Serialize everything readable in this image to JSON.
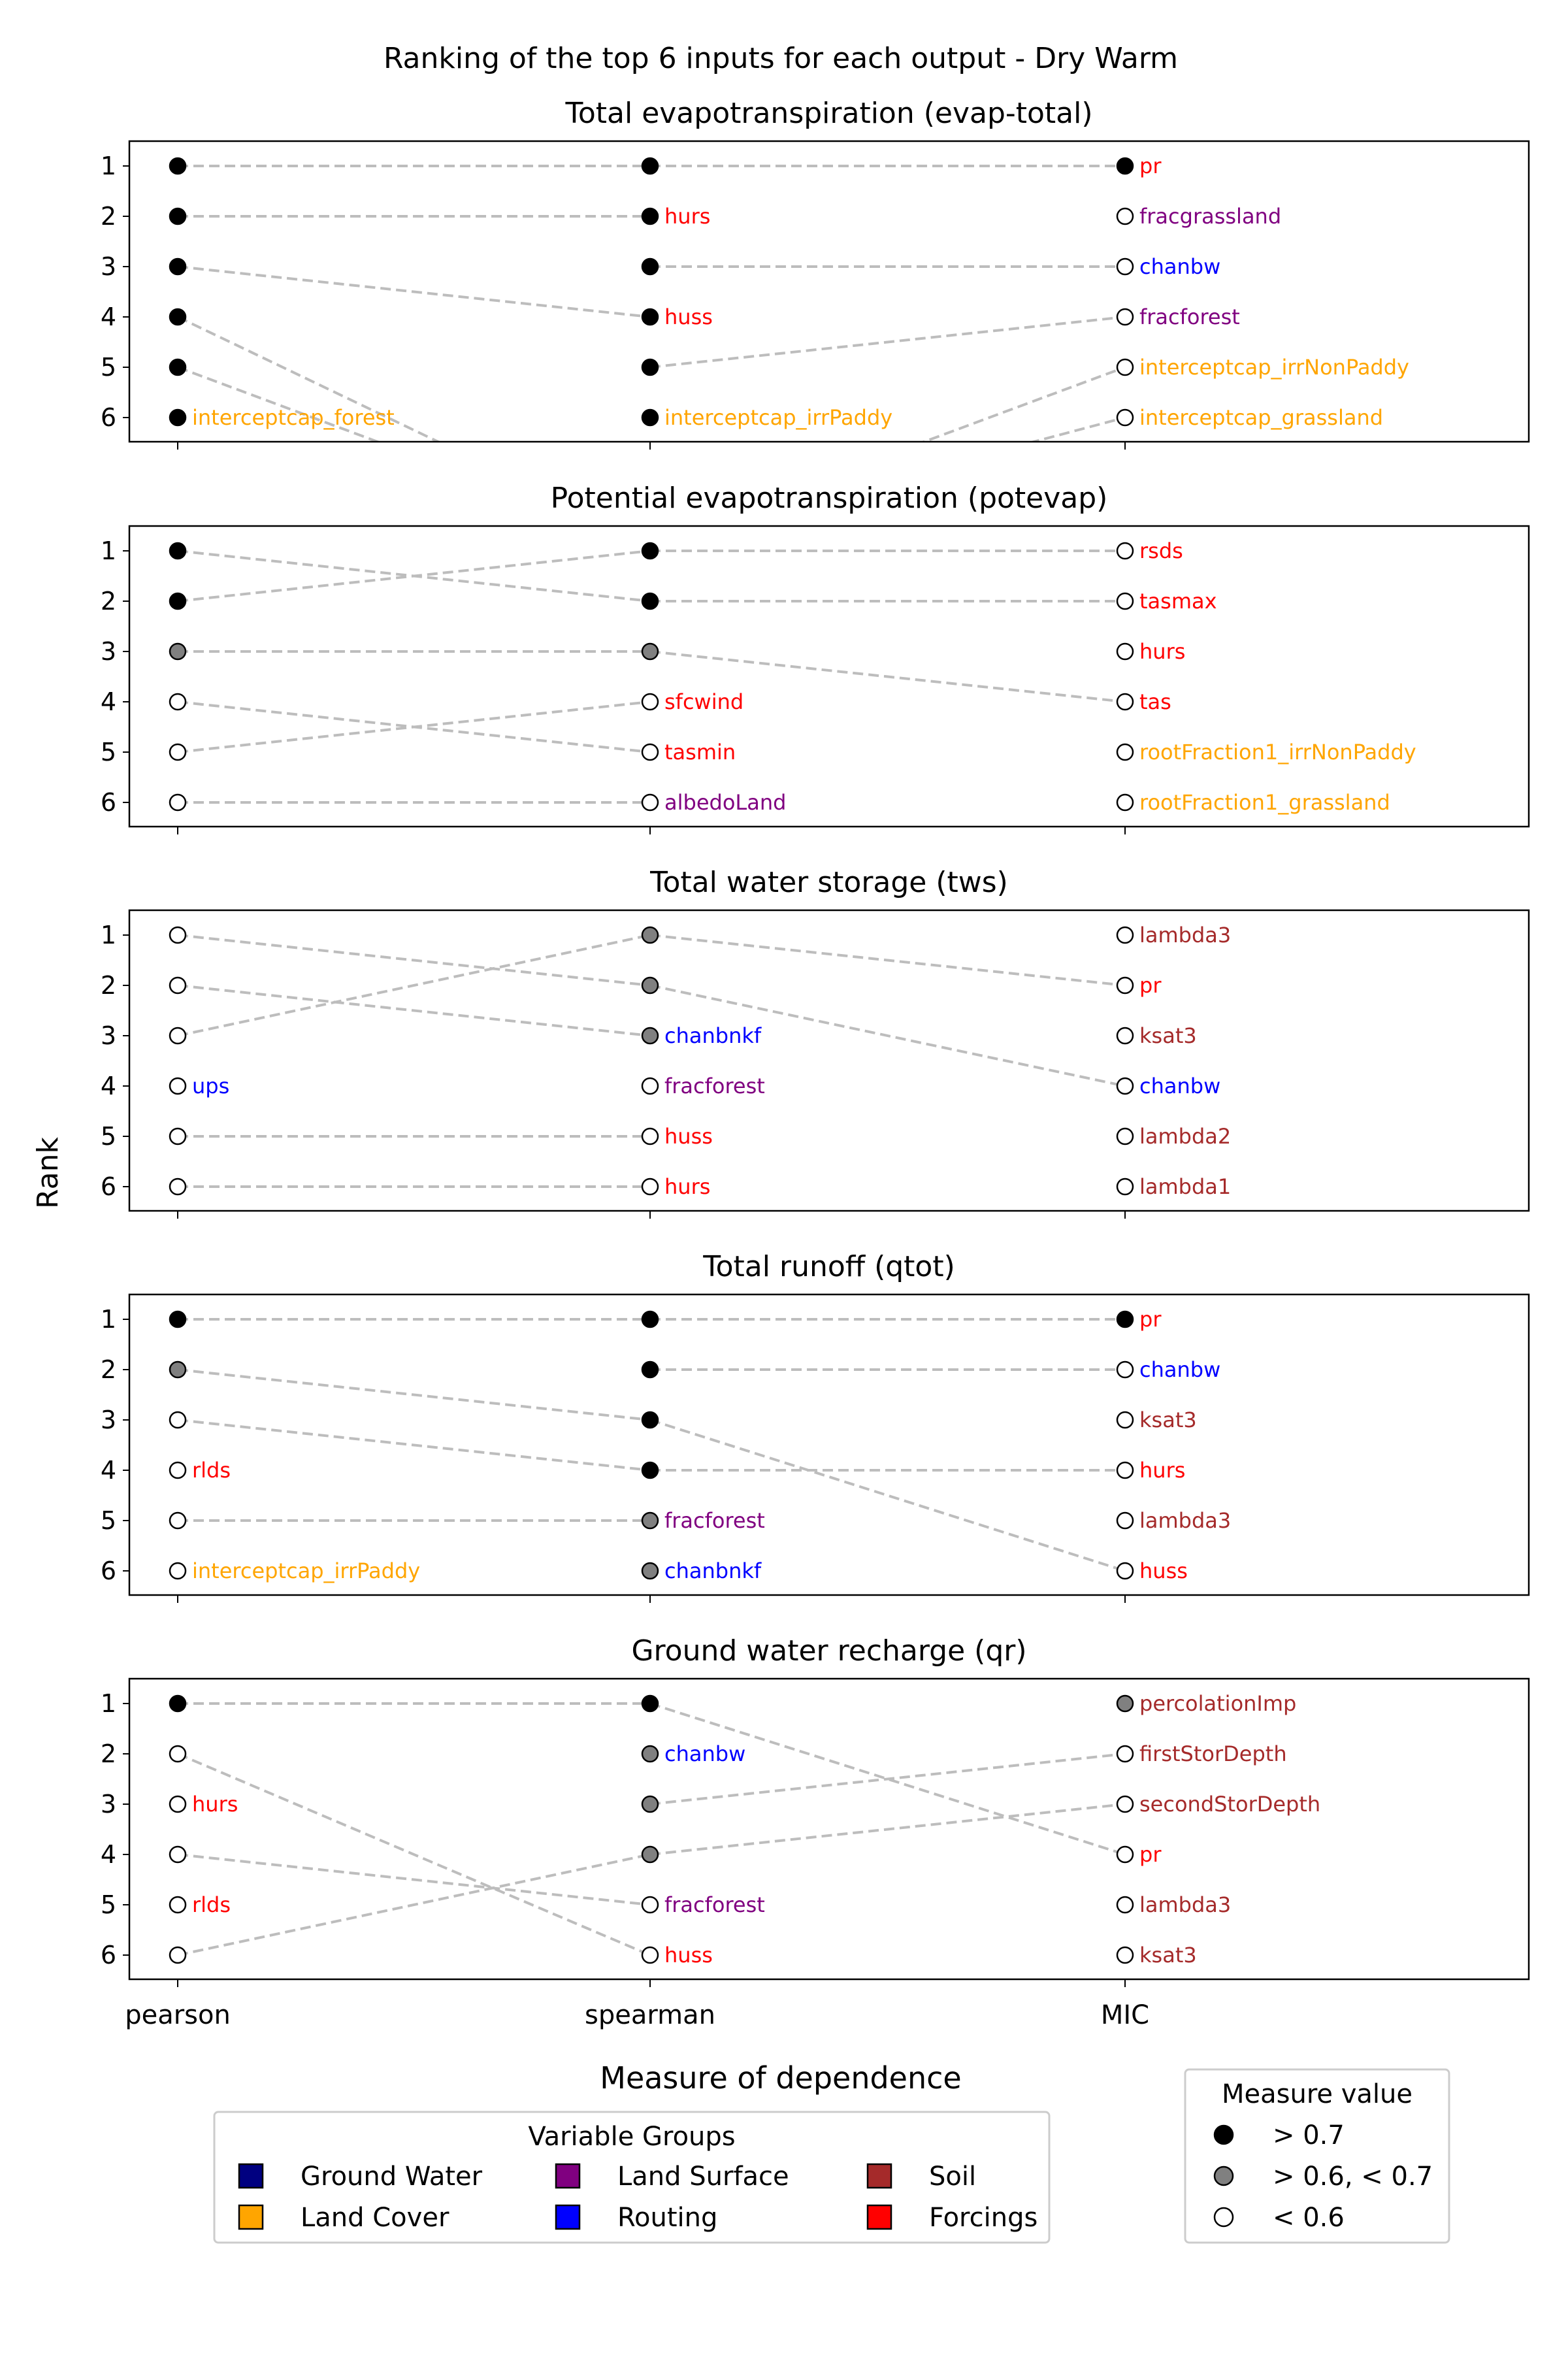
{
  "chart_data": {
    "type": "rank-slope",
    "suptitle": "Ranking of the top 6 inputs for each output - Dry Warm",
    "ylabel": "Rank",
    "xlabel": "Measure of dependence",
    "x_categories": [
      "pearson",
      "spearman",
      "MIC"
    ],
    "y_ticks": [
      1,
      2,
      3,
      4,
      5,
      6
    ],
    "group_colors": {
      "Ground Water": "#000080",
      "Land Cover": "#FFA500",
      "Land Surface": "#800080",
      "Routing": "#0000FF",
      "Soil": "#A52A2A",
      "Forcings": "#FF0000"
    },
    "fill_colors": {
      "high": "#000000",
      "mid": "#808080",
      "low": "#ffffff"
    },
    "line_color": "#bdbdbd",
    "group_legend": {
      "title": "Variable Groups",
      "entries": [
        "Ground Water",
        "Land Surface",
        "Soil",
        "Land Cover",
        "Routing",
        "Forcings"
      ]
    },
    "value_legend": {
      "title": "Measure value",
      "entries": [
        {
          "key": "high",
          "label": "> 0.7"
        },
        {
          "key": "mid",
          "label": "> 0.6, < 0.7"
        },
        {
          "key": "low",
          "label": "< 0.6"
        }
      ]
    },
    "panels": [
      {
        "title": "Total evapotranspiration (evap-total)",
        "fills": [
          [
            "high",
            "high",
            "high",
            "high",
            "high",
            "high"
          ],
          [
            "high",
            "high",
            "high",
            "high",
            "high",
            "high"
          ],
          [
            "high",
            "low",
            "low",
            "low",
            "low",
            "low"
          ]
        ],
        "labels": [
          [
            null,
            null,
            null,
            null,
            null,
            {
              "text": "interceptcap_forest",
              "group": "Land Cover"
            }
          ],
          [
            null,
            {
              "text": "hurs",
              "group": "Forcings"
            },
            null,
            {
              "text": "huss",
              "group": "Forcings"
            },
            null,
            {
              "text": "interceptcap_irrPaddy",
              "group": "Land Cover"
            }
          ],
          [
            {
              "text": "pr",
              "group": "Forcings"
            },
            {
              "text": "fracgrassland",
              "group": "Land Surface"
            },
            {
              "text": "chanbw",
              "group": "Routing"
            },
            {
              "text": "fracforest",
              "group": "Land Surface"
            },
            {
              "text": "interceptcap_irrNonPaddy",
              "group": "Land Cover"
            },
            {
              "text": "interceptcap_grassland",
              "group": "Land Cover"
            }
          ]
        ],
        "links": [
          {
            "from": 0,
            "ranks": [
              1,
              1
            ]
          },
          {
            "from": 0,
            "ranks": [
              2,
              2
            ]
          },
          {
            "from": 0,
            "ranks": [
              3,
              4
            ]
          },
          {
            "from": 0,
            "ranks": [
              4,
              8.5
            ]
          },
          {
            "from": 0,
            "ranks": [
              5,
              8.5
            ]
          },
          {
            "from": 1,
            "ranks": [
              1,
              1
            ]
          },
          {
            "from": 1,
            "ranks": [
              3,
              3
            ]
          },
          {
            "from": 1,
            "ranks": [
              5,
              4
            ]
          },
          {
            "from": 1,
            "ranks": [
              8.5,
              5
            ]
          },
          {
            "from": 1,
            "ranks": [
              8.5,
              6
            ]
          }
        ]
      },
      {
        "title": "Potential evapotranspiration (potevap)",
        "fills": [
          [
            "high",
            "high",
            "mid",
            "low",
            "low",
            "low"
          ],
          [
            "high",
            "high",
            "mid",
            "low",
            "low",
            "low"
          ],
          [
            "low",
            "low",
            "low",
            "low",
            "low",
            "low"
          ]
        ],
        "labels": [
          [
            null,
            null,
            null,
            null,
            null,
            null
          ],
          [
            null,
            null,
            null,
            {
              "text": "sfcwind",
              "group": "Forcings"
            },
            {
              "text": "tasmin",
              "group": "Forcings"
            },
            {
              "text": "albedoLand",
              "group": "Land Surface"
            }
          ],
          [
            {
              "text": "rsds",
              "group": "Forcings"
            },
            {
              "text": "tasmax",
              "group": "Forcings"
            },
            {
              "text": "hurs",
              "group": "Forcings"
            },
            {
              "text": "tas",
              "group": "Forcings"
            },
            {
              "text": "rootFraction1_irrNonPaddy",
              "group": "Land Cover"
            },
            {
              "text": "rootFraction1_grassland",
              "group": "Land Cover"
            }
          ]
        ],
        "links": [
          {
            "from": 0,
            "ranks": [
              1,
              2
            ]
          },
          {
            "from": 0,
            "ranks": [
              2,
              1
            ]
          },
          {
            "from": 0,
            "ranks": [
              3,
              3
            ]
          },
          {
            "from": 0,
            "ranks": [
              4,
              5
            ]
          },
          {
            "from": 0,
            "ranks": [
              5,
              4
            ]
          },
          {
            "from": 0,
            "ranks": [
              6,
              6
            ]
          },
          {
            "from": 1,
            "ranks": [
              1,
              1
            ]
          },
          {
            "from": 1,
            "ranks": [
              2,
              2
            ]
          },
          {
            "from": 1,
            "ranks": [
              3,
              4
            ]
          }
        ]
      },
      {
        "title": "Total water storage (tws)",
        "fills": [
          [
            "low",
            "low",
            "low",
            "low",
            "low",
            "low"
          ],
          [
            "mid",
            "mid",
            "mid",
            "low",
            "low",
            "low"
          ],
          [
            "low",
            "low",
            "low",
            "low",
            "low",
            "low"
          ]
        ],
        "labels": [
          [
            null,
            null,
            null,
            {
              "text": "ups",
              "group": "Routing"
            },
            null,
            null
          ],
          [
            null,
            null,
            {
              "text": "chanbnkf",
              "group": "Routing"
            },
            {
              "text": "fracforest",
              "group": "Land Surface"
            },
            {
              "text": "huss",
              "group": "Forcings"
            },
            {
              "text": "hurs",
              "group": "Forcings"
            }
          ],
          [
            {
              "text": "lambda3",
              "group": "Soil"
            },
            {
              "text": "pr",
              "group": "Forcings"
            },
            {
              "text": "ksat3",
              "group": "Soil"
            },
            {
              "text": "chanbw",
              "group": "Routing"
            },
            {
              "text": "lambda2",
              "group": "Soil"
            },
            {
              "text": "lambda1",
              "group": "Soil"
            }
          ]
        ],
        "links": [
          {
            "from": 0,
            "ranks": [
              1,
              2
            ]
          },
          {
            "from": 0,
            "ranks": [
              2,
              3
            ]
          },
          {
            "from": 0,
            "ranks": [
              3,
              1
            ]
          },
          {
            "from": 0,
            "ranks": [
              5,
              5
            ]
          },
          {
            "from": 0,
            "ranks": [
              6,
              6
            ]
          },
          {
            "from": 1,
            "ranks": [
              1,
              2
            ]
          },
          {
            "from": 1,
            "ranks": [
              2,
              4
            ]
          }
        ]
      },
      {
        "title": "Total runoff (qtot)",
        "fills": [
          [
            "high",
            "mid",
            "low",
            "low",
            "low",
            "low"
          ],
          [
            "high",
            "high",
            "high",
            "high",
            "mid",
            "mid"
          ],
          [
            "high",
            "low",
            "low",
            "low",
            "low",
            "low"
          ]
        ],
        "labels": [
          [
            null,
            null,
            null,
            {
              "text": "rlds",
              "group": "Forcings"
            },
            null,
            {
              "text": "interceptcap_irrPaddy",
              "group": "Land Cover"
            }
          ],
          [
            null,
            null,
            null,
            null,
            {
              "text": "fracforest",
              "group": "Land Surface"
            },
            {
              "text": "chanbnkf",
              "group": "Routing"
            }
          ],
          [
            {
              "text": "pr",
              "group": "Forcings"
            },
            {
              "text": "chanbw",
              "group": "Routing"
            },
            {
              "text": "ksat3",
              "group": "Soil"
            },
            {
              "text": "hurs",
              "group": "Forcings"
            },
            {
              "text": "lambda3",
              "group": "Soil"
            },
            {
              "text": "huss",
              "group": "Forcings"
            }
          ]
        ],
        "links": [
          {
            "from": 0,
            "ranks": [
              1,
              1
            ]
          },
          {
            "from": 0,
            "ranks": [
              2,
              3
            ]
          },
          {
            "from": 0,
            "ranks": [
              3,
              4
            ]
          },
          {
            "from": 0,
            "ranks": [
              5,
              5
            ]
          },
          {
            "from": 1,
            "ranks": [
              1,
              1
            ]
          },
          {
            "from": 1,
            "ranks": [
              2,
              2
            ]
          },
          {
            "from": 1,
            "ranks": [
              3,
              6
            ]
          },
          {
            "from": 1,
            "ranks": [
              4,
              4
            ]
          }
        ]
      },
      {
        "title": "Ground water recharge (qr)",
        "fills": [
          [
            "high",
            "low",
            "low",
            "low",
            "low",
            "low"
          ],
          [
            "high",
            "mid",
            "mid",
            "mid",
            "low",
            "low"
          ],
          [
            "mid",
            "low",
            "low",
            "low",
            "low",
            "low"
          ]
        ],
        "labels": [
          [
            null,
            null,
            {
              "text": "hurs",
              "group": "Forcings"
            },
            null,
            {
              "text": "rlds",
              "group": "Forcings"
            },
            null
          ],
          [
            null,
            {
              "text": "chanbw",
              "group": "Routing"
            },
            null,
            null,
            {
              "text": "fracforest",
              "group": "Land Surface"
            },
            {
              "text": "huss",
              "group": "Forcings"
            }
          ],
          [
            {
              "text": "percolationImp",
              "group": "Soil"
            },
            {
              "text": "firstStorDepth",
              "group": "Soil"
            },
            {
              "text": "secondStorDepth",
              "group": "Soil"
            },
            {
              "text": "pr",
              "group": "Forcings"
            },
            {
              "text": "lambda3",
              "group": "Soil"
            },
            {
              "text": "ksat3",
              "group": "Soil"
            }
          ]
        ],
        "links": [
          {
            "from": 0,
            "ranks": [
              1,
              1
            ]
          },
          {
            "from": 0,
            "ranks": [
              2,
              6
            ]
          },
          {
            "from": 0,
            "ranks": [
              4,
              5
            ]
          },
          {
            "from": 0,
            "ranks": [
              6,
              4
            ]
          },
          {
            "from": 1,
            "ranks": [
              1,
              4
            ]
          },
          {
            "from": 1,
            "ranks": [
              3,
              2
            ]
          },
          {
            "from": 1,
            "ranks": [
              4,
              3
            ]
          }
        ]
      }
    ]
  }
}
